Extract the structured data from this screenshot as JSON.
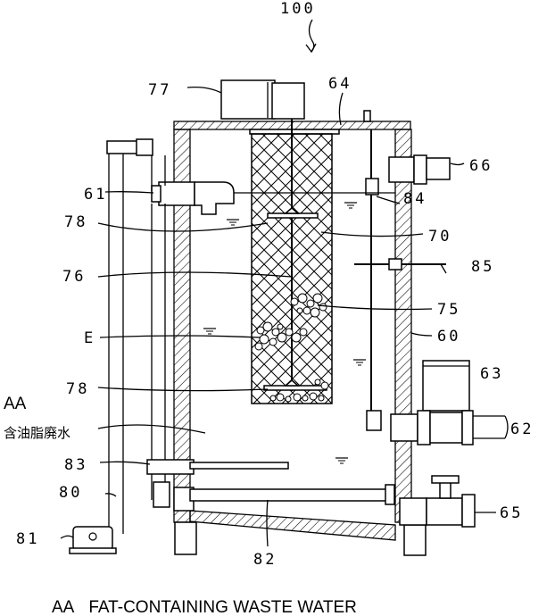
{
  "labels": {
    "l100": "100",
    "l77": "77",
    "l64": "64",
    "l66": "66",
    "l61": "61",
    "l84": "84",
    "l78a": "78",
    "l70": "70",
    "l76": "76",
    "l85": "85",
    "l75": "75",
    "lE": "E",
    "l60": "60",
    "l63": "63",
    "lAA": "AA",
    "l78b": "78",
    "l62": "62",
    "ljp": "含油脂廃水",
    "l83": "83",
    "l80": "80",
    "l65": "65",
    "l81": "81",
    "l82": "82"
  },
  "caption": {
    "code": "AA",
    "text": "FAT-CONTAINING WASTE WATER"
  }
}
